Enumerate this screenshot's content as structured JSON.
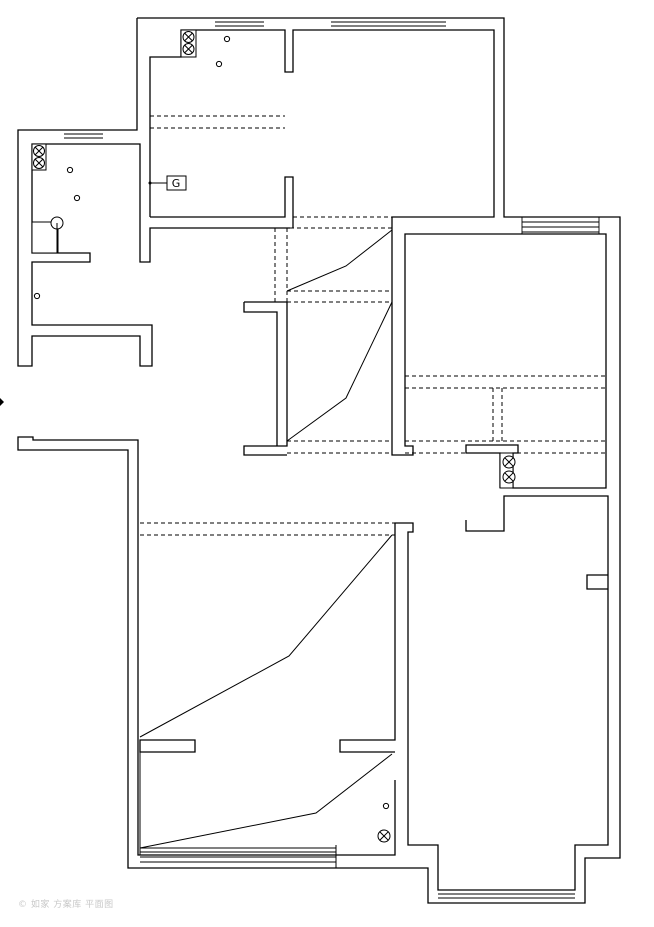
{
  "drawing": {
    "kind": "floor-plan",
    "background": "#ffffff",
    "line_color": "#000000",
    "watermark_color": "#c8c8c8"
  },
  "symbols": {
    "light_fixture_icon": "circle-cross",
    "socket_icon": "small-circle",
    "switch_icon": "box-switch",
    "entry_marker_icon": "diamond-arrow"
  },
  "watermark": "© 如家 方案库 平面图"
}
